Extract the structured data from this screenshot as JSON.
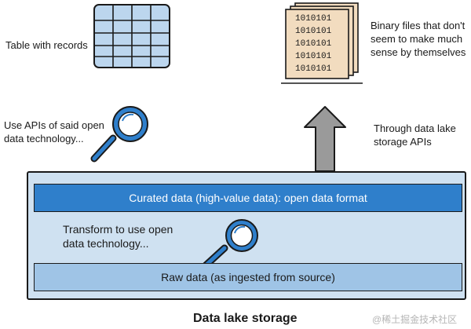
{
  "top_left": {
    "caption": "Table with records"
  },
  "top_right": {
    "caption_lines": [
      "Binary files that don't",
      "seem to make much",
      "sense by themselves"
    ],
    "binary_text": "1010101"
  },
  "middle_left": {
    "caption_lines": [
      "Use APIs of said open",
      "data technology..."
    ]
  },
  "middle_right": {
    "caption_lines": [
      "Through data lake",
      "storage APIs"
    ]
  },
  "lake": {
    "curated_label": "Curated data (high-value data): open data format",
    "transform_lines": [
      "Transform to use open",
      "data technology..."
    ],
    "raw_label": "Raw data (as ingested from source)"
  },
  "footer": {
    "title": "Data lake storage",
    "watermark": "@稀土掘金技术社区"
  },
  "colors": {
    "curated": "#2f7fcb",
    "raw": "#9fc4e6",
    "lake": "#cfe1f1",
    "magnifier": "#2f7fcb",
    "arrow": "#9a9a9a",
    "paper": "#f2dcbf"
  }
}
